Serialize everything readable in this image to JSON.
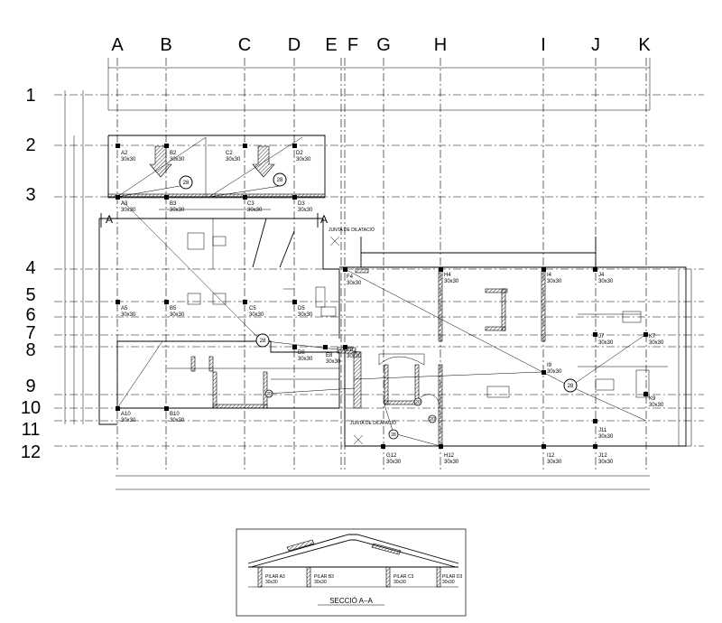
{
  "grid": {
    "columns": [
      "A",
      "B",
      "C",
      "D",
      "E",
      "F",
      "G",
      "H",
      "I",
      "J",
      "K"
    ],
    "rows": [
      "1",
      "2",
      "3",
      "4",
      "5",
      "6",
      "7",
      "8",
      "9",
      "10",
      "11",
      "12"
    ]
  },
  "pillars": [
    {
      "id": "A2",
      "size": "30x30"
    },
    {
      "id": "B2",
      "size": "30x30"
    },
    {
      "id": "C2",
      "size": "30x30"
    },
    {
      "id": "D2",
      "size": "30x30"
    },
    {
      "id": "A3",
      "size": "30x30"
    },
    {
      "id": "B3",
      "size": "30x30"
    },
    {
      "id": "C3",
      "size": "30x30"
    },
    {
      "id": "D3",
      "size": "30x30"
    },
    {
      "id": "F4",
      "size": "30x30"
    },
    {
      "id": "H4",
      "size": "30x30"
    },
    {
      "id": "I4",
      "size": "30x30"
    },
    {
      "id": "J4",
      "size": "30x30"
    },
    {
      "id": "A5",
      "size": "30x30"
    },
    {
      "id": "B5",
      "size": "30x30"
    },
    {
      "id": "C5",
      "size": "30x30"
    },
    {
      "id": "D5",
      "size": "30x30"
    },
    {
      "id": "J7",
      "size": "30x30"
    },
    {
      "id": "K7",
      "size": "30x30"
    },
    {
      "id": "D8",
      "size": "30x30"
    },
    {
      "id": "E8",
      "size": "30x30"
    },
    {
      "id": "F8",
      "size": "30x30"
    },
    {
      "id": "I9",
      "size": "30x30"
    },
    {
      "id": "K9",
      "size": "30x30"
    },
    {
      "id": "A10",
      "size": "30x30"
    },
    {
      "id": "B10",
      "size": "30x30"
    },
    {
      "id": "J11",
      "size": "30x30"
    },
    {
      "id": "G12",
      "size": "30x30"
    },
    {
      "id": "H12",
      "size": "30x30"
    },
    {
      "id": "I12",
      "size": "30x30"
    },
    {
      "id": "J12",
      "size": "30x30"
    }
  ],
  "beam_tag": "28",
  "beam_small_tag": "20",
  "section_marker": "A",
  "expansion_joint": "JUNTA DE DILATACIÓ",
  "section": {
    "title": "SECCIÓ  A–A",
    "pillars": [
      {
        "label": "PILAR A3",
        "size": "30x30"
      },
      {
        "label": "PILAR B3",
        "size": "30x30"
      },
      {
        "label": "PILAR C3",
        "size": "30x30"
      },
      {
        "label": "PILAR D3",
        "size": "30x30"
      }
    ]
  }
}
